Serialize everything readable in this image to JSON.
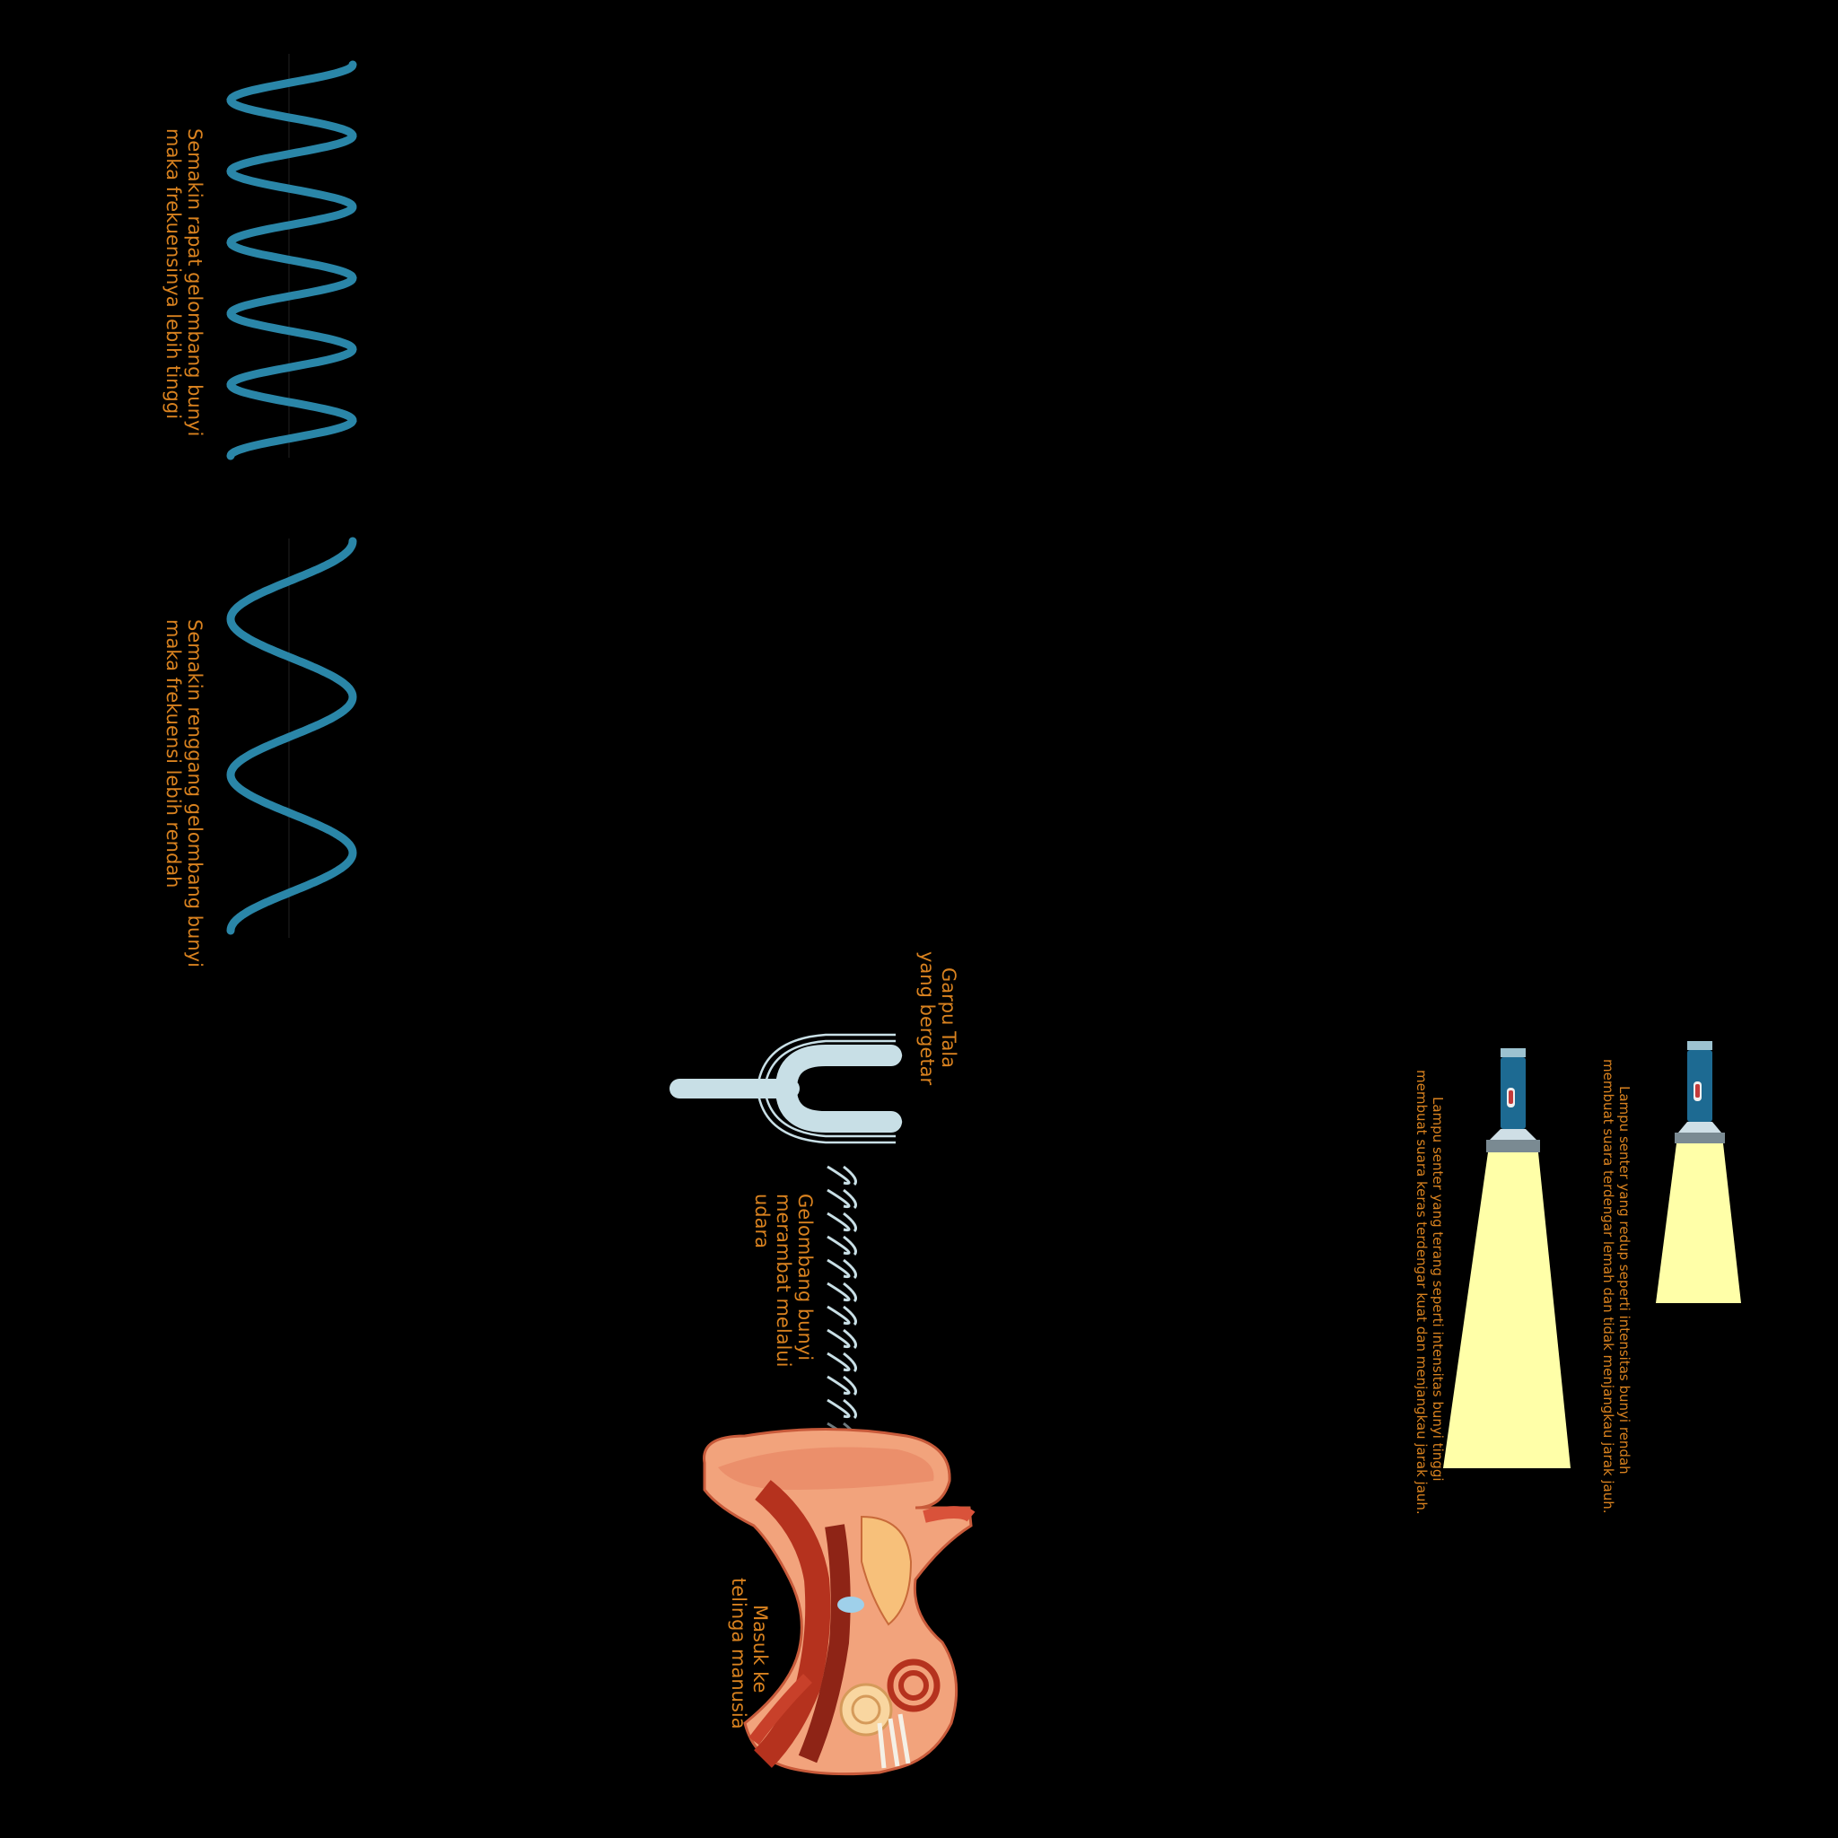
{
  "wave_panel": {
    "high_frequency_caption_line1": "Semakin rapat gelombang bunyi",
    "high_frequency_caption_line2": "maka frekuensinya lebih tinggi",
    "low_frequency_caption_line1": "Semakin renggang gelombang bunyi",
    "low_frequency_caption_line2": "maka frekuensi lebih rendah",
    "high_frequency_cycles": 5.5,
    "low_frequency_cycles": 2.5
  },
  "propagation_panel": {
    "tuning_fork_label_line1": "Garpu Tala",
    "tuning_fork_label_line2": "yang bergetar",
    "wave_label_line1": "Gelombang bunyi",
    "wave_label_line2": "merambat melalui",
    "wave_label_line3": "udara",
    "ear_label_line1": "Masuk ke",
    "ear_label_line2": "telinga manusia"
  },
  "intensity_panel": {
    "dim_caption_line1": "Lampu senter yang redup seperti intensitas bunyi rendah",
    "dim_caption_line2": "membuat suara terdengar lemah dan tidak menjangkau jarak jauh.",
    "bright_caption_line1": "Lampu senter yang terang seperti intensitas bunyi tinggi",
    "bright_caption_line2": "membuat suara keras terdengar kuat dan menjangkau jarak jauh."
  },
  "colors": {
    "background": "#000000",
    "wave": "#2a86a8",
    "caption": "#d9821f",
    "fork": "#c8dfe6",
    "light_beam": "#ffffa8",
    "flashlight_body": "#1d6a92"
  },
  "icons": {
    "tuning_fork": "tuning-fork-icon",
    "ear": "ear-anatomy-icon",
    "flashlight": "flashlight-icon"
  }
}
